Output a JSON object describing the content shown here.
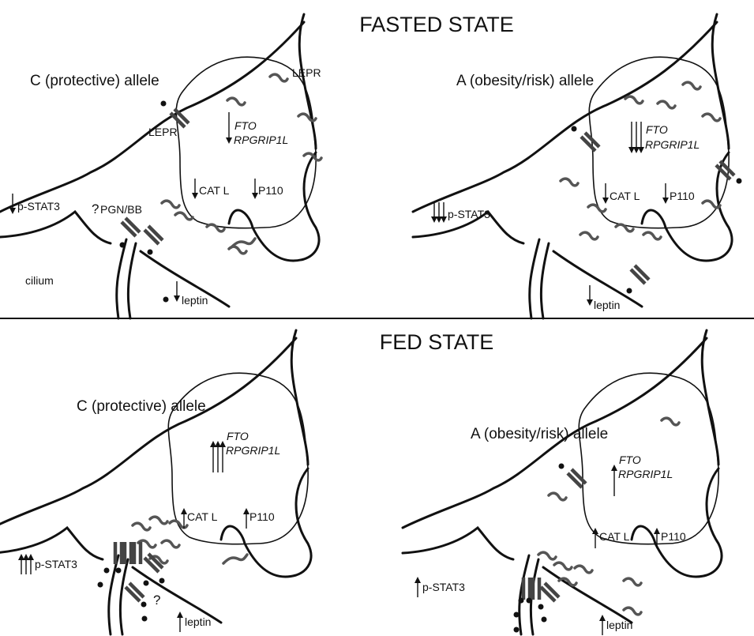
{
  "states": {
    "fasted": "FASTED STATE",
    "fed": "FED STATE"
  },
  "alleles": {
    "protective": "C (protective) allele",
    "risk": "A (obesity/risk) allele"
  },
  "genes": {
    "fto": "FTO",
    "rpgrip1l": "RPGRIP1L",
    "catl": "CAT L",
    "p110": "P110"
  },
  "labels": {
    "pstat3": "p-STAT3",
    "leptin": "leptin",
    "lepr": "LEPR",
    "pgnbb": "PGN/BB",
    "cilium": "cilium",
    "question": "?"
  },
  "colors": {
    "line": "#111111",
    "receptor": "#555555",
    "divider": "#111111"
  }
}
